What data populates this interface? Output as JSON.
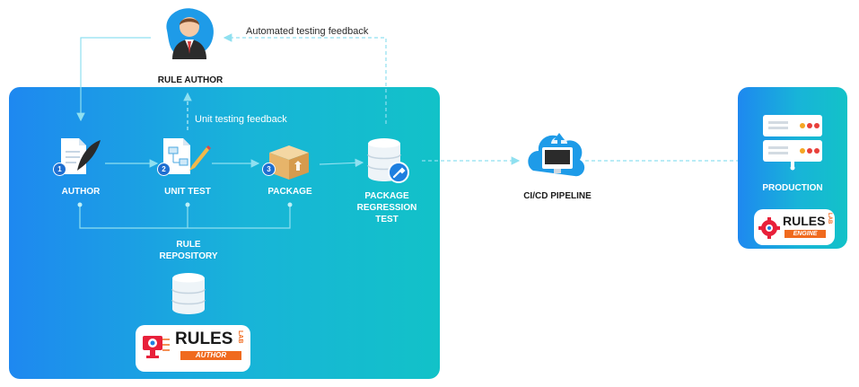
{
  "labels": {
    "rule_author": "RULE AUTHOR",
    "author": "AUTHOR",
    "unit_test": "UNIT TEST",
    "package": "PACKAGE",
    "package_regression_line1": "PACKAGE",
    "package_regression_line2": "REGRESSION",
    "package_regression_line3": "TEST",
    "rule_repository_line1": "RULE",
    "rule_repository_line2": "REPOSITORY",
    "ci_cd_pipeline": "CI/CD PIPELINE",
    "production": "PRODUCTION"
  },
  "feedback": {
    "automated": "Automated testing feedback",
    "unit": "Unit testing feedback"
  },
  "steps": [
    "1",
    "2",
    "3"
  ],
  "brands": {
    "author": {
      "name": "RULES",
      "lab": "LAB",
      "sub": "AUTHOR"
    },
    "engine": {
      "name": "RULES",
      "lab": "LAB",
      "sub": "ENGINE"
    }
  },
  "icons": {
    "rule_author": "person-icon",
    "author": "quill-document-icon",
    "unit_test": "test-document-icon",
    "package": "package-box-icon",
    "regression": "database-wrench-icon",
    "repository": "database-icon",
    "pipeline": "cloud-monitor-icon",
    "production": "server-rack-icon"
  },
  "colors": {
    "panel_start": "#1e88f0",
    "panel_end": "#12c2c8",
    "arrow": "#7fd6ec",
    "brand_orange": "#f06a1e",
    "brand_red": "#e8203a"
  }
}
